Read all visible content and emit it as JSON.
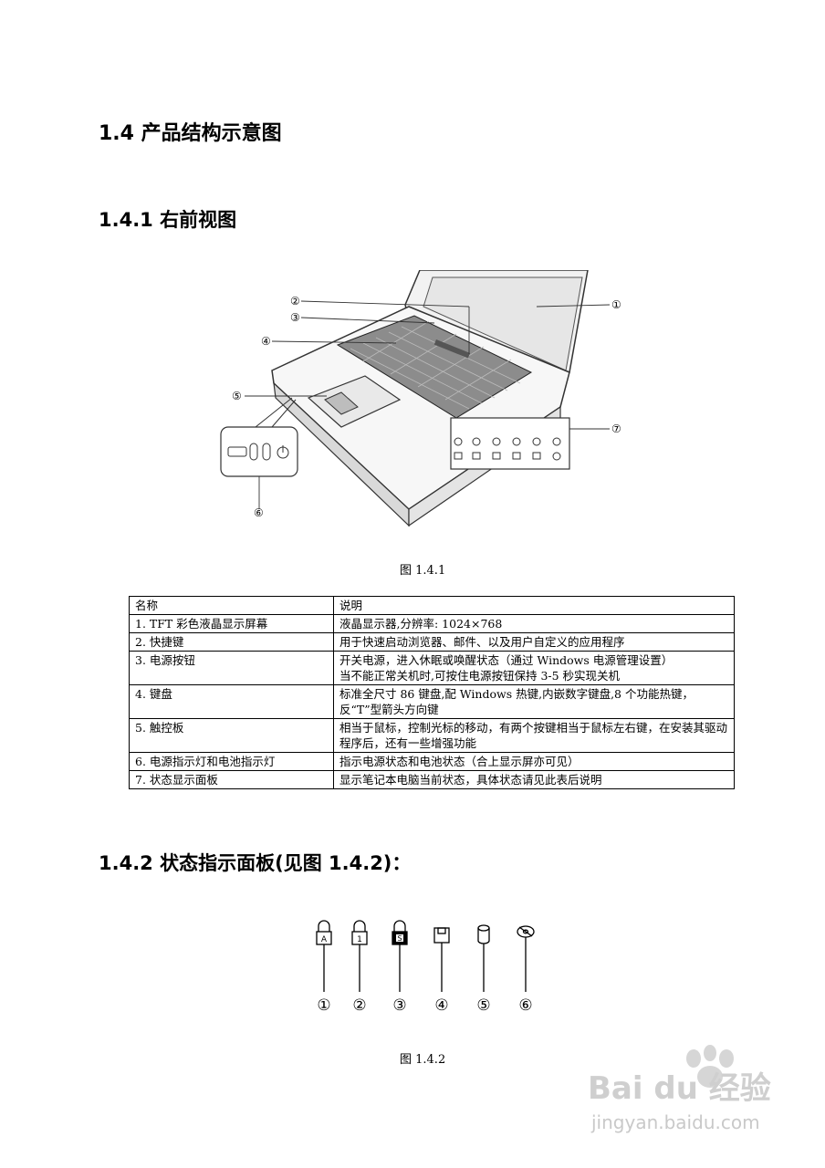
{
  "headings": {
    "section": "1.4  产品结构示意图",
    "front_view": "1.4.1 右前视图",
    "status_panel": "1.4.2 状态指示面板(见图 1.4.2)："
  },
  "figure1": {
    "caption": "图 1.4.1",
    "callouts": [
      "①",
      "②",
      "③",
      "④",
      "⑤",
      "⑥",
      "⑦"
    ]
  },
  "table": {
    "headers": [
      "名称",
      "说明"
    ],
    "rows": [
      {
        "name": "1. TFT 彩色液晶显示屏幕",
        "desc": [
          "液晶显示器,分辨率: 1024×768"
        ]
      },
      {
        "name": "2. 快捷键",
        "desc": [
          "用于快速启动浏览器、邮件、以及用户自定义的应用程序"
        ]
      },
      {
        "name": "3. 电源按钮",
        "desc": [
          "开关电源，进入休眠或唤醒状态（通过 Windows 电源管理设置）",
          "当不能正常关机时,可按住电源按钮保持 3-5 秒实现关机"
        ]
      },
      {
        "name": "4. 键盘",
        "desc": [
          "标准全尺寸 86 键盘,配 Windows 热键,内嵌数字键盘,8 个功能热键，反“T”型箭头方向键"
        ]
      },
      {
        "name": "5. 触控板",
        "desc": [
          "相当于鼠标，控制光标的移动，有两个按键相当于鼠标左右键，在安装其驱动程序后，还有一些增强功能"
        ]
      },
      {
        "name": "6. 电源指示灯和电池指示灯",
        "desc": [
          "指示电源状态和电池状态（合上显示屏亦可见）"
        ]
      },
      {
        "name": "7. 状态显示面板",
        "desc": [
          "显示笔记本电脑当前状态，具体状态请见此表后说明"
        ]
      }
    ]
  },
  "figure2": {
    "caption": "图 1.4.2",
    "icons": [
      "caps-lock-icon",
      "num-lock-icon",
      "scroll-lock-icon",
      "floppy-icon",
      "hdd-icon",
      "cd-icon"
    ],
    "numbers": [
      "①",
      "②",
      "③",
      "④",
      "⑤",
      "⑥"
    ],
    "icon_letters": [
      "A",
      "1",
      "S"
    ]
  },
  "watermark": {
    "brand": "Bai du 经验",
    "url": "jingyan.baidu.com"
  }
}
